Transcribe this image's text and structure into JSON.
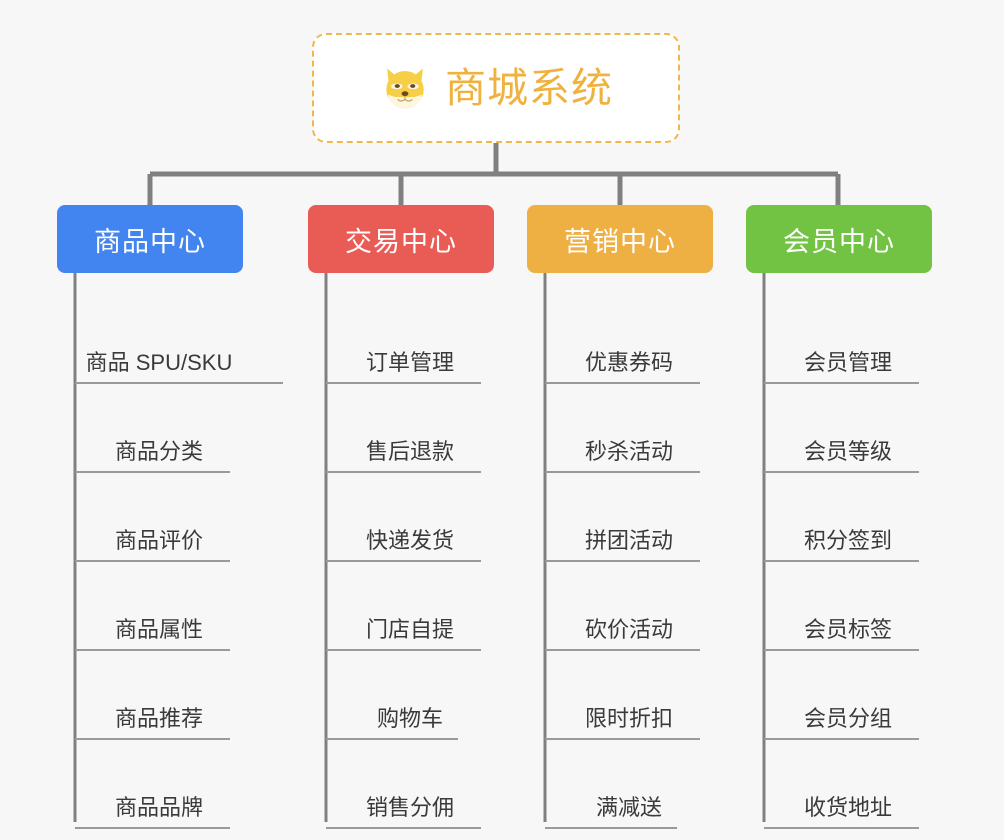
{
  "diagram": {
    "title": "商城系统",
    "root": {
      "label": "商城系统",
      "icon": "shiba-dog-face-icon",
      "accent_color": "#efb23f",
      "border_color": "#f0b84a",
      "background": "#ffffff"
    },
    "background_color": "#f7f7f7",
    "connector_color": "#808080",
    "leaf_line_color": "#9a9a9a",
    "leaf_text_color": "#3a3a3a",
    "categories": [
      {
        "label": "商品中心",
        "color": "#4285f0",
        "items": [
          {
            "label": "商品 SPU/SKU",
            "underline_width": 208
          },
          {
            "label": "商品分类",
            "underline_width": 155
          },
          {
            "label": "商品评价",
            "underline_width": 155
          },
          {
            "label": "商品属性",
            "underline_width": 155
          },
          {
            "label": "商品推荐",
            "underline_width": 155
          },
          {
            "label": "商品品牌",
            "underline_width": 155
          }
        ]
      },
      {
        "label": "交易中心",
        "color": "#e95c56",
        "items": [
          {
            "label": "订单管理",
            "underline_width": 155
          },
          {
            "label": "售后退款",
            "underline_width": 155
          },
          {
            "label": "快递发货",
            "underline_width": 155
          },
          {
            "label": "门店自提",
            "underline_width": 155
          },
          {
            "label": "购物车",
            "underline_width": 132
          },
          {
            "label": "销售分佣",
            "underline_width": 155
          }
        ]
      },
      {
        "label": "营销中心",
        "color": "#eeaf43",
        "items": [
          {
            "label": "优惠券码",
            "underline_width": 155
          },
          {
            "label": "秒杀活动",
            "underline_width": 155
          },
          {
            "label": "拼团活动",
            "underline_width": 155
          },
          {
            "label": "砍价活动",
            "underline_width": 155
          },
          {
            "label": "限时折扣",
            "underline_width": 155
          },
          {
            "label": "满减送",
            "underline_width": 132
          }
        ]
      },
      {
        "label": "会员中心",
        "color": "#72c344",
        "items": [
          {
            "label": "会员管理",
            "underline_width": 155
          },
          {
            "label": "会员等级",
            "underline_width": 155
          },
          {
            "label": "积分签到",
            "underline_width": 155
          },
          {
            "label": "会员标签",
            "underline_width": 155
          },
          {
            "label": "会员分组",
            "underline_width": 155
          },
          {
            "label": "收货地址",
            "underline_width": 155
          }
        ]
      }
    ]
  }
}
